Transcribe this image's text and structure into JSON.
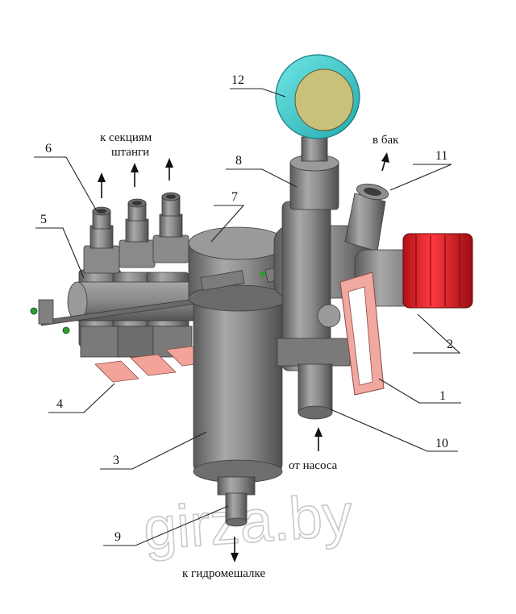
{
  "callouts": {
    "c1": "1",
    "c2": "2",
    "c3": "3",
    "c4": "4",
    "c5": "5",
    "c6": "6",
    "c7": "7",
    "c8": "8",
    "c9": "9",
    "c10": "10",
    "c11": "11",
    "c12": "12"
  },
  "flow_labels": {
    "to_sections_line1": "к секциям",
    "to_sections_line2": "штанги",
    "to_tank": "в бак",
    "from_pump": "от насоса",
    "to_mixer": "к гидромешалке"
  },
  "watermark": "girza.by",
  "colors": {
    "body_gray": "#8c8c8c",
    "body_dark": "#5e5e5e",
    "body_light": "#b4b4b4",
    "valve_red": "#e8232b",
    "lever_pink": "#f0a8a0",
    "gauge_cyan": "#3fd3d3",
    "gauge_face": "#c9c07a"
  }
}
